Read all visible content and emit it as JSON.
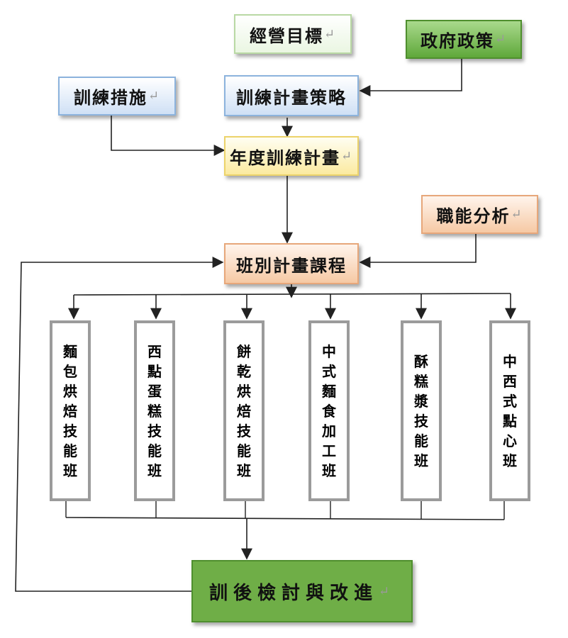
{
  "diagram": {
    "top": {
      "goal": "經營目標",
      "policy": "政府政策"
    },
    "row2": {
      "measures": "訓練措施",
      "strategy": "訓練計畫策略"
    },
    "annual_plan": "年度訓練計畫",
    "competency": "職能分析",
    "course": "班別計畫課程",
    "classes": [
      "麵包烘焙技能班",
      "西點蛋糕技能班",
      "餅乾烘焙技能班",
      "中式麵食加工班",
      "酥糕漿技能班",
      "中西式點心班"
    ],
    "final": "訓後檢討與改進",
    "paragraph_mark": "↵",
    "colors": {
      "line": "#222222",
      "class_border": "#9b9b9b",
      "final_fill": "#6fae47"
    }
  }
}
